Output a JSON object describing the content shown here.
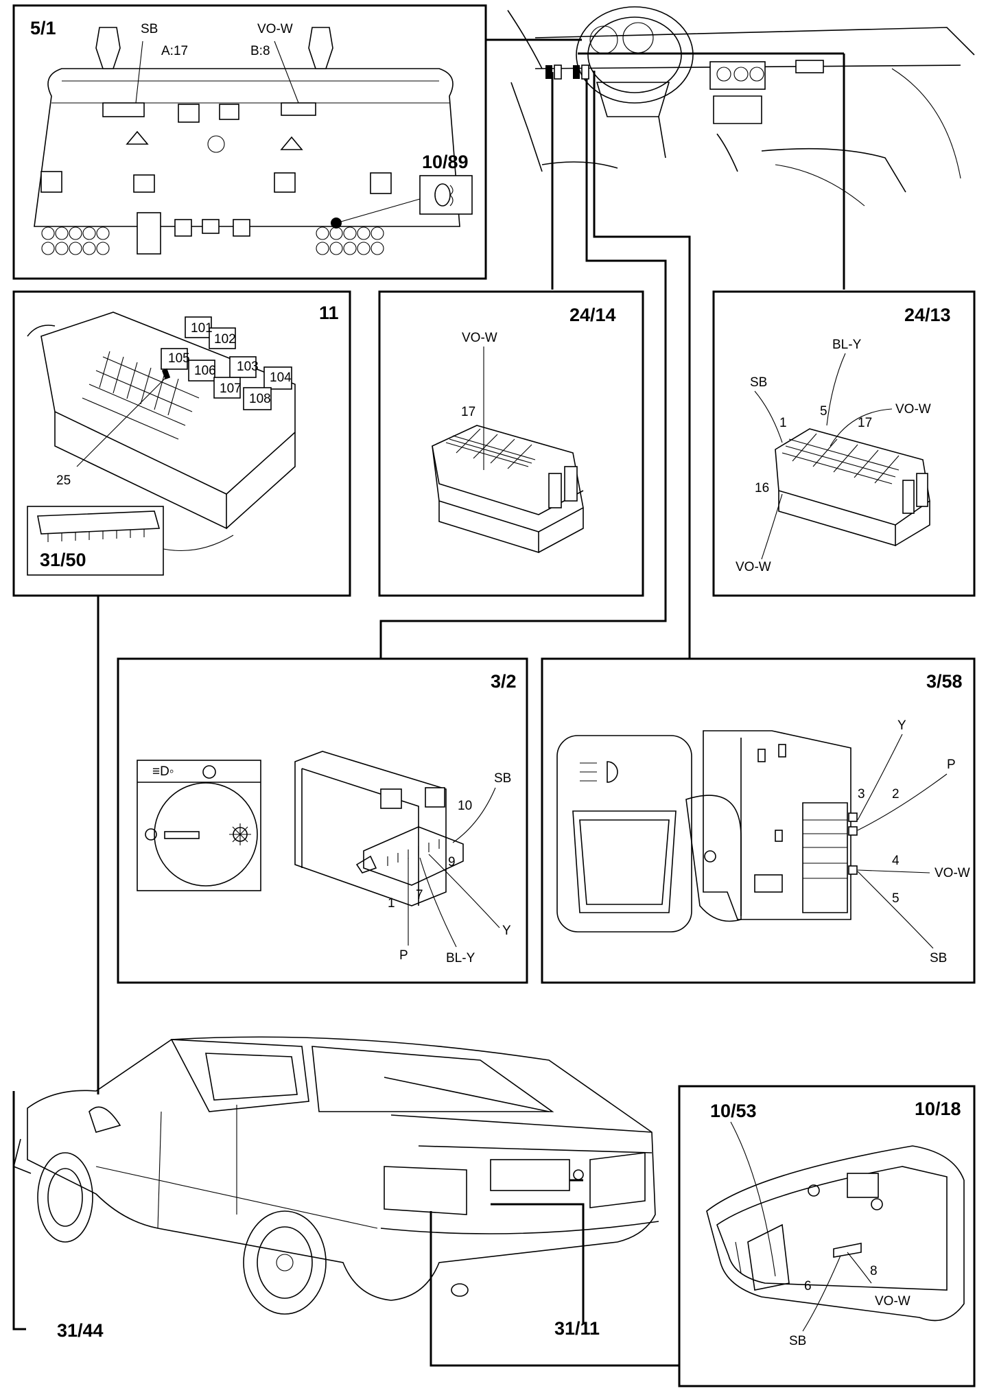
{
  "panels": {
    "cluster": {
      "id": "5/1",
      "sub_id": "10/89",
      "labels": [
        "SB",
        "A:17",
        "VO-W",
        "B:8"
      ]
    },
    "fusebox": {
      "id": "11",
      "sub_id": "31/50",
      "labels": [
        "101",
        "102",
        "103",
        "104",
        "105",
        "106",
        "107",
        "108",
        "25"
      ]
    },
    "conn_24_14": {
      "id": "24/14",
      "labels": [
        "VO-W",
        "17"
      ]
    },
    "conn_24_13": {
      "id": "24/13",
      "labels": [
        "BL-Y",
        "SB",
        "1",
        "5",
        "VO-W",
        "17",
        "16",
        "VO-W"
      ]
    },
    "switch_3_2": {
      "id": "3/2",
      "labels": [
        "SB",
        "10",
        "9",
        "1",
        "7",
        "P",
        "BL-Y",
        "Y"
      ]
    },
    "switch_3_58": {
      "id": "3/58",
      "labels": [
        "Y",
        "P",
        "3",
        "2",
        "4",
        "VO-W",
        "5",
        "SB"
      ]
    },
    "lamp": {
      "id": "10/18",
      "sub_id": "10/53",
      "labels": [
        "8",
        "6",
        "VO-W",
        "SB"
      ]
    }
  },
  "callouts": {
    "left": "31/44",
    "rear": "31/11"
  },
  "colors": {
    "line": "#000000",
    "background": "#ffffff"
  }
}
